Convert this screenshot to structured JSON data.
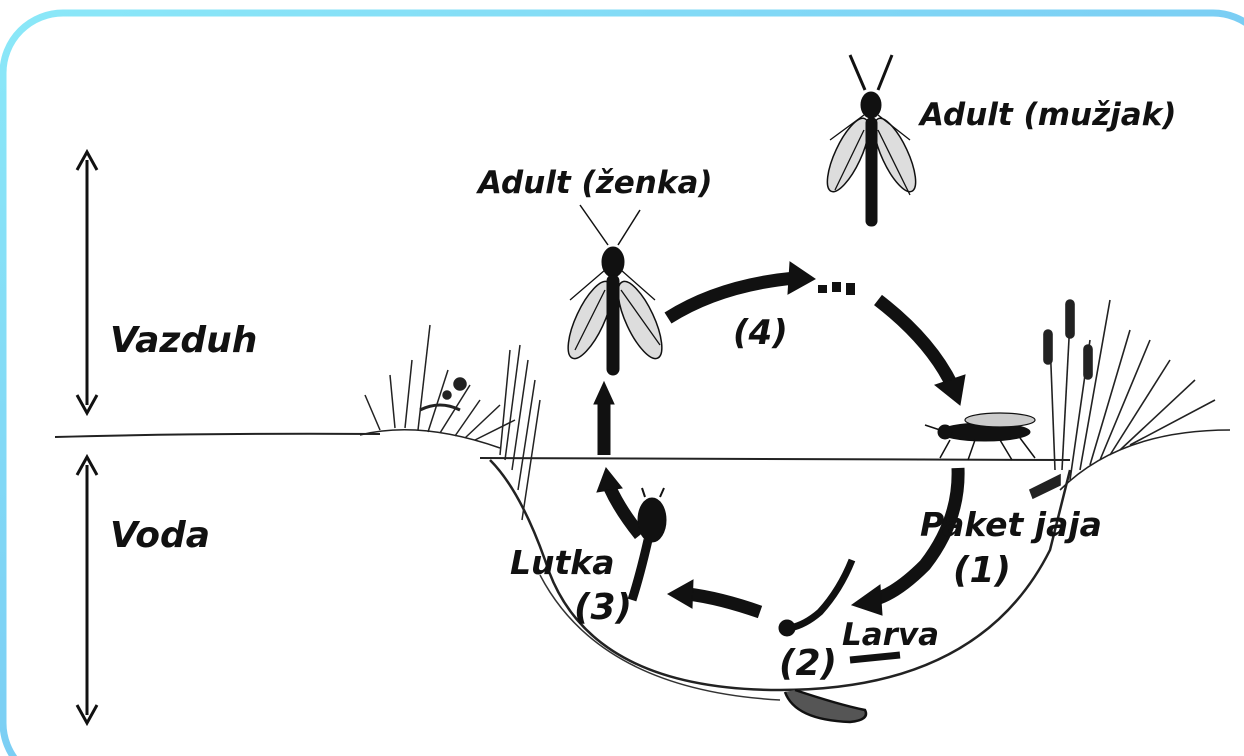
{
  "labels": {
    "air": "Vazduh",
    "water": "Voda",
    "adult_female": "Adult (ženka)",
    "adult_male": "Adult (mužjak)",
    "step4": "(4)",
    "egg_packet": "Paket jaja",
    "step1": "(1)",
    "larva": "Larva",
    "step2": "(2)",
    "pupa": "Lutka",
    "step3": "(3)"
  },
  "colors": {
    "border": "#7ee0f5",
    "ink": "#111111",
    "background": "#ffffff"
  },
  "icons": [
    "double-arrow-icon",
    "mosquito-icon",
    "larva-icon",
    "pupa-icon",
    "plant-icon"
  ]
}
